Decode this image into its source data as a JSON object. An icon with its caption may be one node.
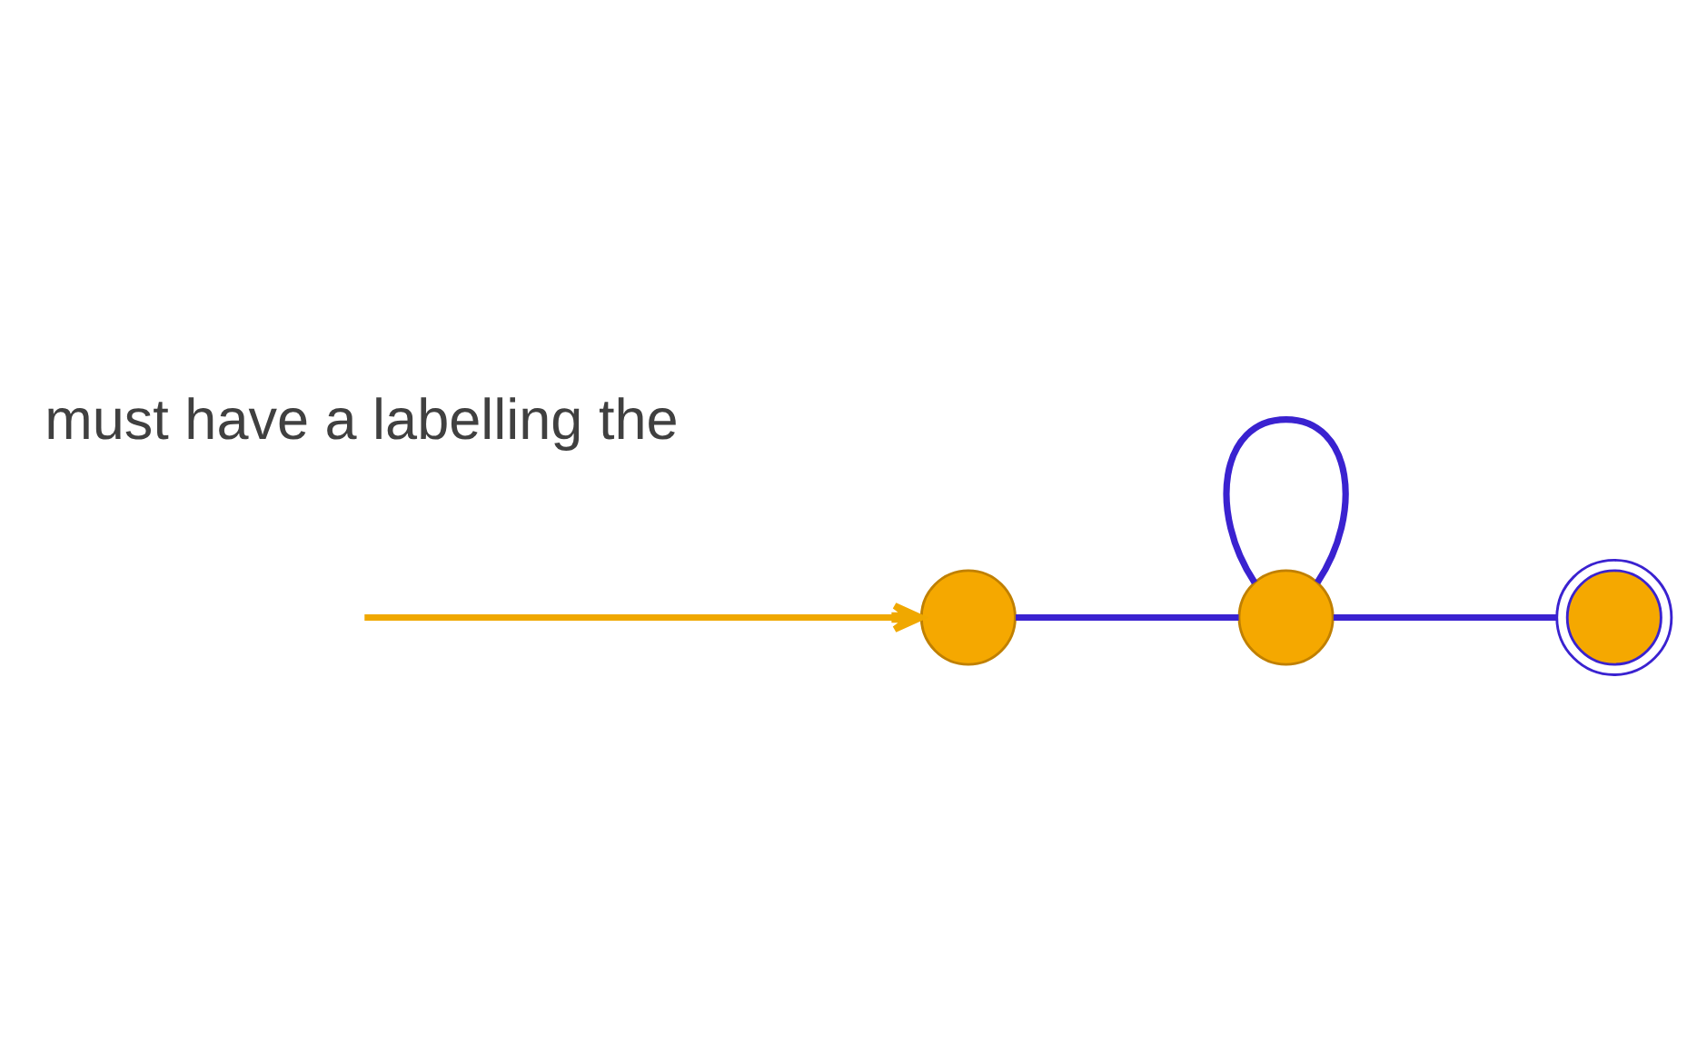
{
  "diagram": {
    "nodes": [
      {
        "text": [],
        "shape": "circle"
      },
      {
        "text": [],
        "shape": "circle"
      },
      {
        "text": [],
        "shape": "circle"
      }
    ],
    "edges": [
      {
        "from": null,
        "to": 0,
        "arrow": "to",
        "color": "#f0a800"
      },
      {
        "from": 0,
        "to": 1,
        "arrow": "none"
      },
      {
        "from": 1,
        "to": 1,
        "arrow": "none"
      },
      {
        "from": 1,
        "to": 2,
        "arrow": "none"
      }
    ],
    "labels": [
      "must have a labelling the"
    ]
  }
}
